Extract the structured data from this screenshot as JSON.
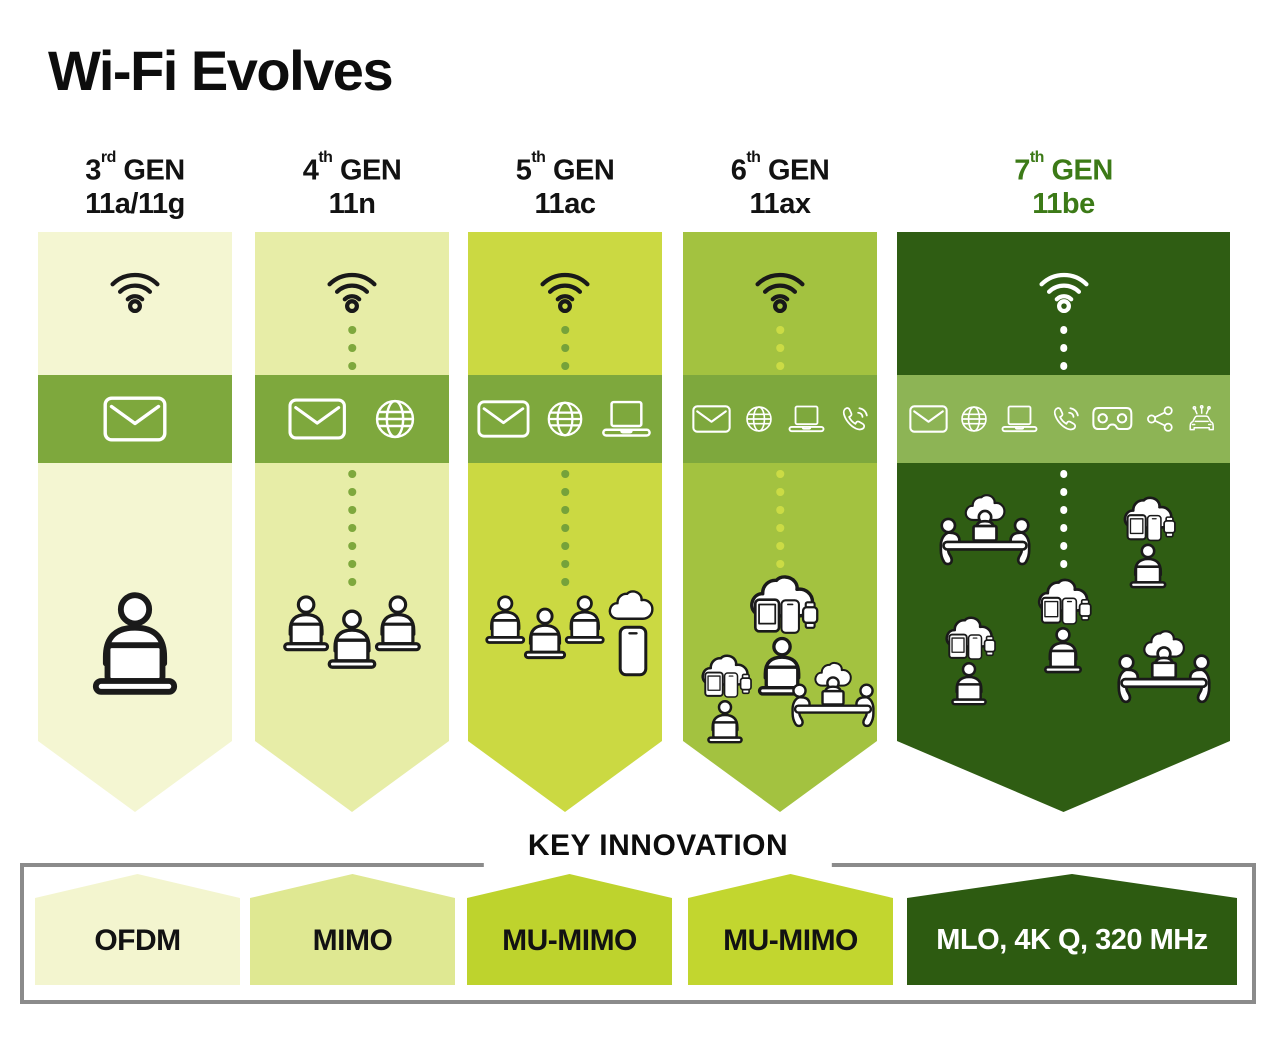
{
  "title": "Wi-Fi Evolves",
  "key_innovation_heading": "KEY INNOVATION",
  "columns": [
    {
      "generation_number": "3",
      "generation_ordinal": "rd",
      "generation_word": "GEN",
      "standard": "11a/11g",
      "band_icons": [
        "envelope"
      ],
      "scene_icons": [
        "person-at-laptop"
      ],
      "badge_label": "OFDM",
      "colors": {
        "background": "#f4f6d2",
        "band": "#7ea83d",
        "dots": "#7ea83d",
        "wifi": "#191919",
        "header": "#121212",
        "badge_bg": "#f3f5cf",
        "badge_text": "#121212"
      }
    },
    {
      "generation_number": "4",
      "generation_ordinal": "th",
      "generation_word": "GEN",
      "standard": "11n",
      "band_icons": [
        "envelope",
        "globe"
      ],
      "scene_icons": [
        "group-of-three-at-laptops"
      ],
      "badge_label": "MIMO",
      "colors": {
        "background": "#e7eda7",
        "band": "#7ea83d",
        "dots": "#7ea83d",
        "wifi": "#191919",
        "header": "#121212",
        "badge_bg": "#dfe892",
        "badge_text": "#121212"
      }
    },
    {
      "generation_number": "5",
      "generation_ordinal": "th",
      "generation_word": "GEN",
      "standard": "11ac",
      "band_icons": [
        "envelope",
        "globe",
        "laptop"
      ],
      "scene_icons": [
        "group-of-three-at-laptops",
        "cloud",
        "smartphone"
      ],
      "badge_label": "MU-MIMO",
      "colors": {
        "background": "#cbd942",
        "band": "#7ea83d",
        "dots": "#76a23a",
        "wifi": "#191919",
        "header": "#121212",
        "badge_bg": "#bed32d",
        "badge_text": "#121212"
      }
    },
    {
      "generation_number": "6",
      "generation_ordinal": "th",
      "generation_word": "GEN",
      "standard": "11ax",
      "band_icons": [
        "envelope",
        "globe",
        "laptop",
        "phone-call"
      ],
      "scene_icons": [
        "person-with-device-cloud-at-laptop",
        "person-with-device-cloud-at-laptop",
        "meeting-table-group-with-cloud"
      ],
      "badge_label": "MU-MIMO",
      "colors": {
        "background": "#a3c240",
        "band": "#7ea83d",
        "dots": "#cbdb45",
        "wifi": "#191919",
        "header": "#121212",
        "badge_bg": "#c2d62f",
        "badge_text": "#121212"
      }
    },
    {
      "generation_number": "7",
      "generation_ordinal": "th",
      "generation_word": "GEN",
      "standard": "11be",
      "band_icons": [
        "envelope",
        "globe",
        "laptop",
        "phone-call",
        "vr-headset",
        "share-network",
        "connected-car"
      ],
      "scene_icons": [
        "meeting-table-group-with-cloud",
        "person-with-device-cloud-at-laptop",
        "person-with-device-cloud-at-laptop",
        "person-with-device-cloud-at-laptop",
        "meeting-table-group-with-cloud"
      ],
      "badge_label": "MLO, 4K Q, 320 MHz",
      "colors": {
        "background": "#2f5d13",
        "band": "#8db455",
        "dots": "#ffffff",
        "wifi": "#ffffff",
        "header": "#3c7a17",
        "badge_bg": "#2d5b11",
        "badge_text": "#ffffff"
      }
    }
  ]
}
